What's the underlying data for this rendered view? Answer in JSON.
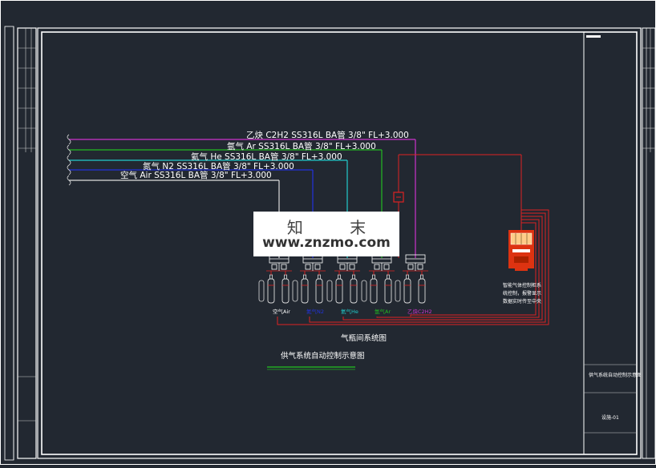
{
  "pipes": [
    {
      "label": "乙炔 C2H2  SS316L  BA管 3/8\"  FL+3.000",
      "color": "#cc33cc"
    },
    {
      "label": "氩气 Ar  SS316L  BA管 3/8\"  FL+3.000",
      "color": "#22bb22"
    },
    {
      "label": "氦气 He  SS316L  BA管 3/8\"  FL+3.000",
      "color": "#22cccc"
    },
    {
      "label": "氮气 N2  SS316L  BA管 3/8\"  FL+3.000",
      "color": "#2233dd"
    },
    {
      "label": "空气 Air  SS316L  BA管 3/8\"  FL+3.000",
      "color": "#dddddd"
    }
  ],
  "cylinder_labels": [
    "空气Air",
    "氮气N2",
    "氦气He",
    "氩气Ar",
    "乙炔C2H2"
  ],
  "room_caption": "气瓶间系统图",
  "panel_note": [
    "智能气体控制柜系",
    "统控制，报警显示",
    "数据实时传至中央"
  ],
  "diagram_title": "供气系统自动控制示意图",
  "title_block": {
    "project": "供气系统自动控制示意图",
    "sheet": "设施-01"
  },
  "watermark": {
    "cn": "知 末",
    "url": "www.znzmo.com"
  },
  "colors": {
    "background": "#222831",
    "frame": "#ffffff",
    "red_line": "#dd2222",
    "panel": "#dd3311",
    "title_underline": "#22aa22"
  }
}
